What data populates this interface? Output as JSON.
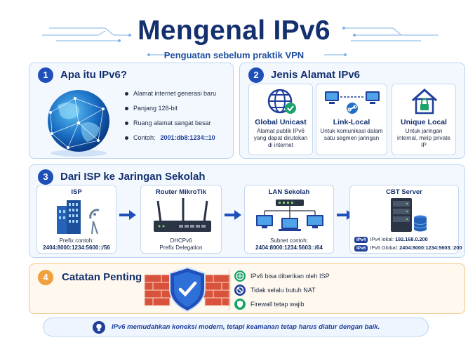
{
  "header": {
    "title": "Mengenal IPv6",
    "subtitle": "Penguatan sebelum praktik VPN"
  },
  "section1": {
    "number": "1",
    "title": "Apa itu IPv6?",
    "bullets": [
      "Alamat internet generasi baru",
      "Panjang 128-bit",
      "Ruang alamat sangat besar"
    ],
    "example_label": "Contoh:",
    "example_value": "2001:db8:1234::10"
  },
  "section2": {
    "number": "2",
    "title": "Jenis Alamat IPv6",
    "cards": [
      {
        "title": "Global Unicast",
        "desc": "Alamat publik IPv6 yang dapat dirutekan di internet",
        "icon": "globe-check-icon"
      },
      {
        "title": "Link-Local",
        "desc": "Untuk komunikasi dalam satu segmen jaringan",
        "icon": "linked-computers-icon"
      },
      {
        "title": "Unique Local",
        "desc": "Untuk jaringan internal, mirip private IP",
        "icon": "house-lock-icon"
      }
    ]
  },
  "section3": {
    "number": "3",
    "title": "Dari ISP ke Jaringan Sekolah",
    "isp": {
      "title": "ISP",
      "desc": "Prefix contoh:",
      "value": "2404:8000:1234:5600::/56"
    },
    "router": {
      "title": "Router MikroTik",
      "desc1": "DHCPv6",
      "desc2": "Prefix Delegation"
    },
    "lan": {
      "title": "LAN Sekolah",
      "desc": "Subnet contoh:",
      "value": "2404:8000:1234:5603::/64"
    },
    "cbt": {
      "title": "CBT Server",
      "ipv4_badge": "IPv4",
      "ipv4_label": "IPv4 lokal:",
      "ipv4_value": "192.168.0.200",
      "ipv6_badge": "IPv6",
      "ipv6_label": "IPv6 Global:",
      "ipv6_value": "2404:8000:1234:5603::200"
    }
  },
  "section4": {
    "number": "4",
    "title": "Catatan Penting",
    "notes": [
      {
        "text": "IPv6 bisa diberikan oleh ISP",
        "icon": "globe-icon"
      },
      {
        "text": "Tidak selalu butuh NAT",
        "icon": "prohibited-icon"
      },
      {
        "text": "Firewall tetap wajib",
        "icon": "shield-icon"
      }
    ]
  },
  "footer": {
    "text": "IPv6 memudahkan koneksi modern, tetapi keamanan tetap harus diatur dengan baik.",
    "icon": "lightbulb-icon"
  },
  "colors": {
    "navy": "#14306e",
    "blue": "#1f4fb8",
    "orange": "#f0a03c",
    "panel": "#f3f8ff"
  }
}
